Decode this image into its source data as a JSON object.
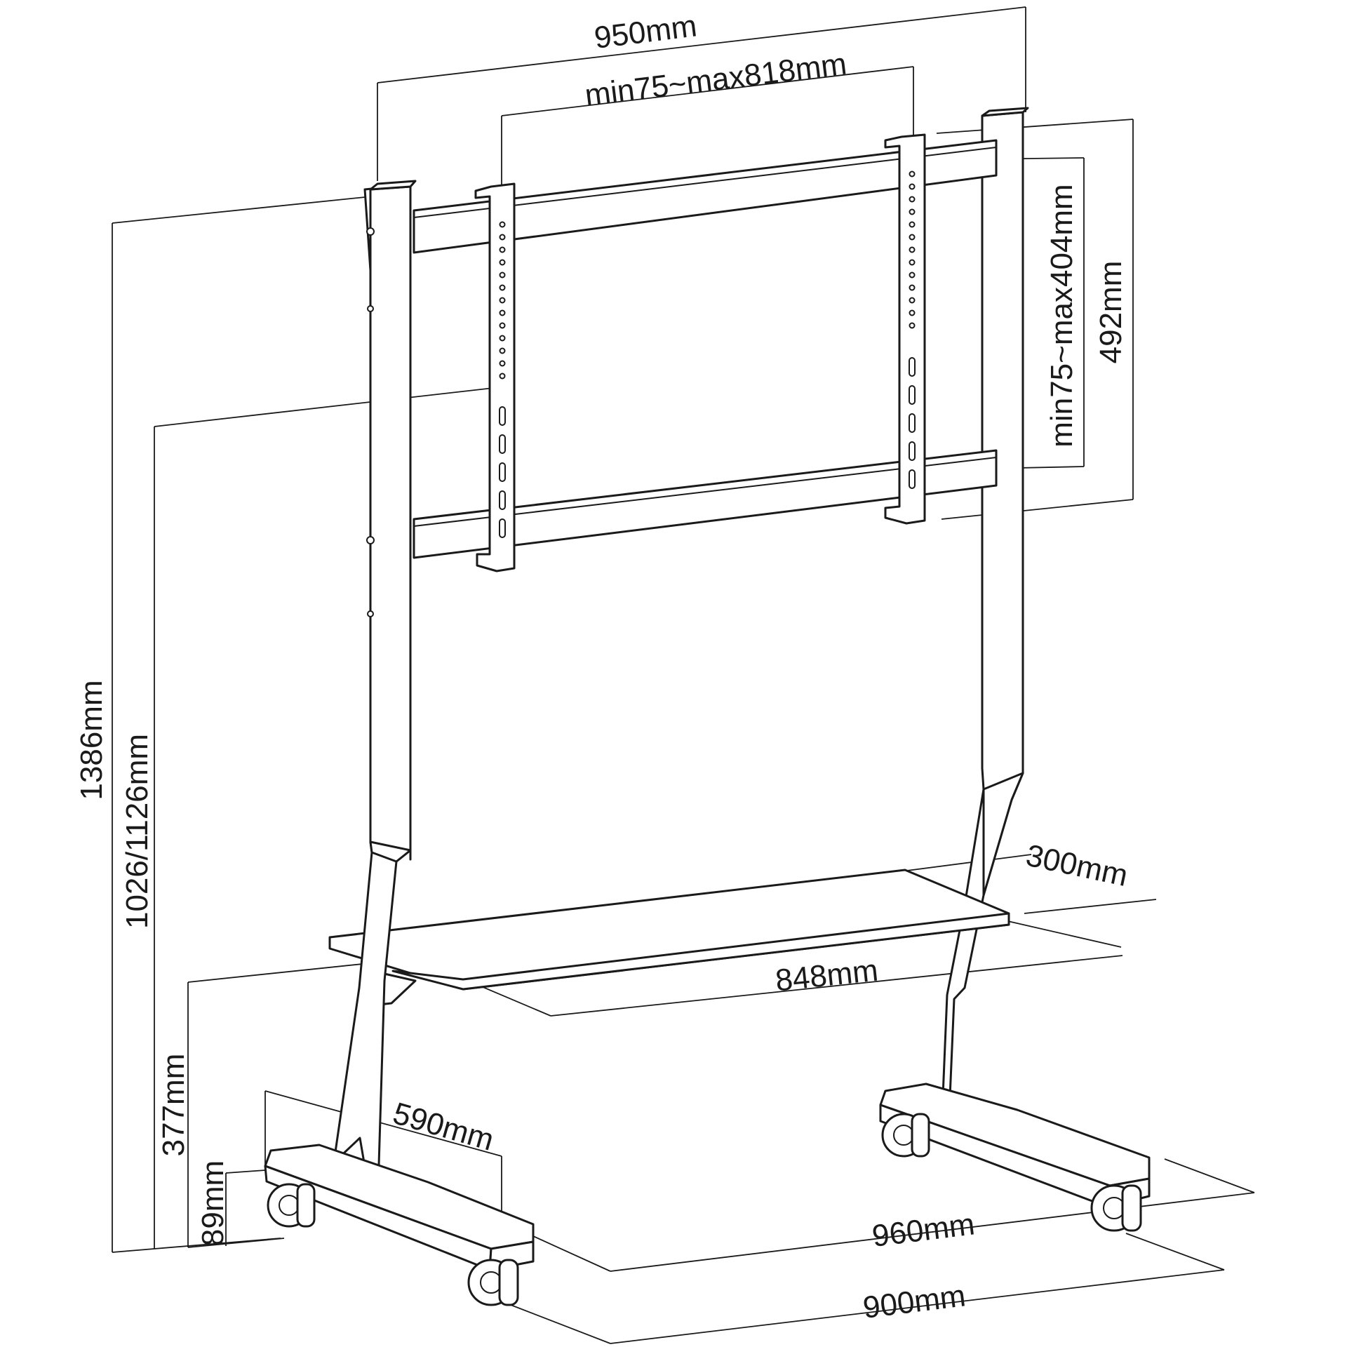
{
  "dimensions": {
    "overall_width": "950mm",
    "vesa_width": "min75~max818mm",
    "vesa_height": "min75~max404mm",
    "bracket_height": "492mm",
    "total_height": "1386mm",
    "center_height": "1026/1126mm",
    "shelf_depth": "300mm",
    "shelf_width": "848mm",
    "shelf_height": "377mm",
    "base_height": "89mm",
    "base_depth": "590mm",
    "outer_base_width": "960mm",
    "inner_base_width": "900mm"
  },
  "colors": {
    "line": "#1a1a1a",
    "background": "#ffffff"
  }
}
